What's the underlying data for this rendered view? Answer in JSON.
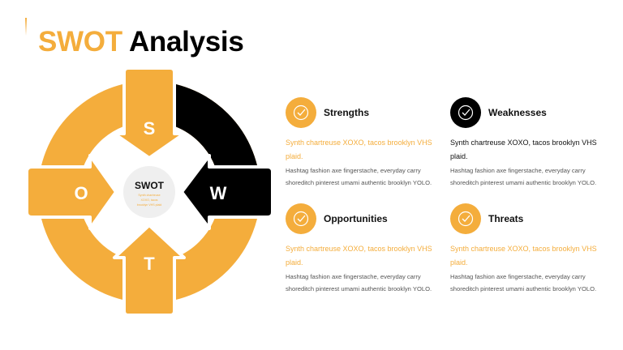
{
  "title": {
    "part1": "SWOT",
    "part2": "Analysis"
  },
  "colors": {
    "accent": "#f4ad3c",
    "dark": "#000000",
    "center": "#efefef"
  },
  "diagram": {
    "center": {
      "title": "SWOT",
      "text1": "Synth chartreuse",
      "text2": "XOXO, tacos",
      "text3": "brooklyn VHS plaid"
    },
    "letters": {
      "s": "S",
      "w": "W",
      "o": "O",
      "t": "T"
    }
  },
  "cards": [
    {
      "title": "Strengths",
      "subtitle": "Synth chartreuse XOXO, tacos brooklyn VHS plaid.",
      "body": "Hashtag fashion axe fingerstache, everyday carry shoreditch pinterest umami authentic brooklyn YOLO.",
      "icon": "check-circle-icon",
      "theme": "orange"
    },
    {
      "title": "Weaknesses",
      "subtitle": "Synth chartreuse XOXO, tacos brooklyn VHS plaid.",
      "body": "Hashtag fashion axe fingerstache, everyday carry shoreditch pinterest umami authentic brooklyn YOLO.",
      "icon": "check-circle-icon",
      "theme": "dark"
    },
    {
      "title": "Opportunities",
      "subtitle": "Synth chartreuse XOXO, tacos brooklyn VHS plaid.",
      "body": "Hashtag fashion axe fingerstache, everyday carry shoreditch pinterest umami authentic brooklyn YOLO.",
      "icon": "check-circle-icon",
      "theme": "orange"
    },
    {
      "title": "Threats",
      "subtitle": "Synth chartreuse XOXO, tacos brooklyn VHS plaid.",
      "body": "Hashtag fashion axe fingerstache, everyday carry shoreditch pinterest umami authentic brooklyn YOLO.",
      "icon": "check-circle-icon",
      "theme": "orange"
    }
  ]
}
